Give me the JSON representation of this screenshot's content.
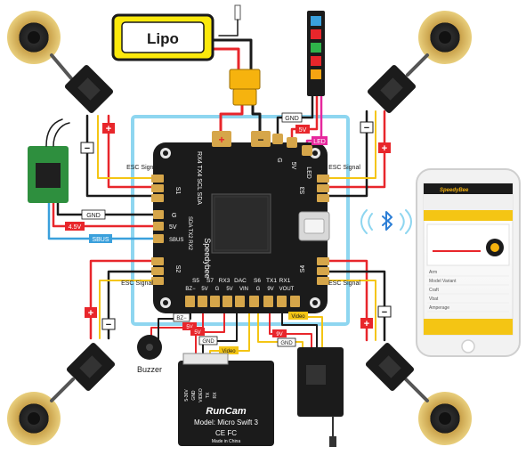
{
  "battery": {
    "label": "Lipo"
  },
  "fc": {
    "brand": "Speedybee",
    "pads_top": [
      "+",
      "−"
    ],
    "pads_top_right": [
      "5V",
      "G",
      "LED"
    ],
    "pad_top_text": "RX4 TX4 SCL SDA",
    "motor_left": [
      "S1",
      "S2"
    ],
    "motor_right": [
      "S3",
      "S4"
    ],
    "mid_left": [
      "G",
      "5V",
      "SBUS"
    ],
    "mid_left_extra": "SDA TX2 RX2",
    "bottom_pads": [
      "S5",
      "S7",
      "RX3",
      "DAC",
      "S6",
      "TX1",
      "RX1"
    ],
    "bottom_pads2": [
      "BZ−",
      "5V",
      "G",
      "5V",
      "VIN",
      "G",
      "9V",
      "VOUT"
    ]
  },
  "labels": {
    "gnd": "GND",
    "v5": "5V",
    "led": "LED",
    "v45": "4.5V",
    "sbus": "SBUS",
    "esc_signal": "ESC Signal",
    "bz_minus": "BZ−",
    "v9": "9V",
    "video": "Video"
  },
  "buzzer": {
    "label": "Buzzer"
  },
  "camera": {
    "brand": "RunCam",
    "model": "Model: Micro Swift 3",
    "certs": "CE FC",
    "made_in": "Made in China",
    "pins": [
      "5-36V",
      "GND",
      "VIDEO",
      "TX",
      "RX"
    ]
  },
  "phone": {
    "app_brand": "SpeedyBee",
    "rows": [
      "Arm",
      "Model Variant",
      "Craft",
      "Vbat",
      "Amperage"
    ]
  },
  "colors": {
    "red_wire": "#e8262b",
    "black_wire": "#1a1a1a",
    "yellow_wire": "#f4c514",
    "blue_wire": "#3aa0dc",
    "frame_blue": "#8ed6f0",
    "led_magenta": "#e6289d",
    "lipo_yellow": "#fbe90c",
    "xt60": "#f6b30e"
  }
}
